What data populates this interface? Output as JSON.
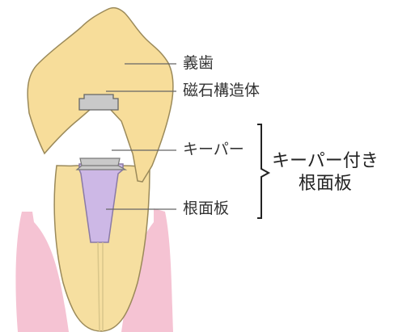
{
  "labels": {
    "denture": "義歯",
    "magnet_structure": "磁石構造体",
    "keeper": "キーパー",
    "root_plate": "根面板"
  },
  "group_label": {
    "line1": "キーパー付き",
    "line2": "根面板"
  },
  "colors": {
    "denture": "#f7dd9a",
    "denture_stroke": "#9b8a5a",
    "gum": "#f5c3d3",
    "tooth_root": "#f6dfa0",
    "post": "#cdb8e6",
    "metal": "#c9c9c9",
    "line": "#666666"
  }
}
